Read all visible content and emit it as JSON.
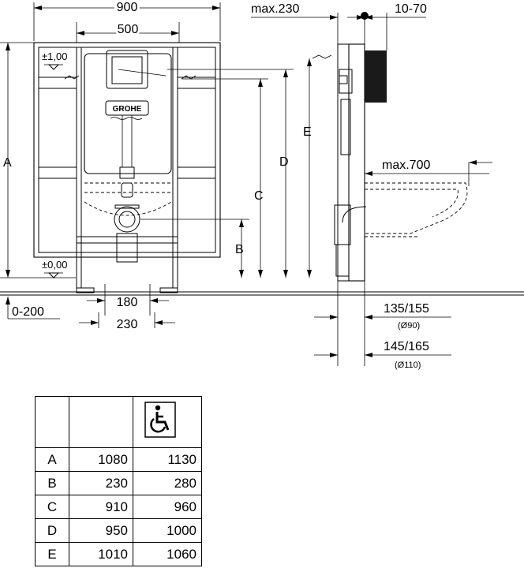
{
  "drawing": {
    "width_total": "900",
    "width_frame": "500",
    "max_depth": "max.230",
    "wall_range": "10-70",
    "level_top": "±1,00",
    "level_bottom": "±0,00",
    "brand": "GROHE",
    "dim_A": "A",
    "dim_B": "B",
    "dim_C": "C",
    "dim_D": "D",
    "dim_E": "E",
    "foot_range": "0-200",
    "width_180": "180",
    "width_230": "230",
    "max_700": "max.700",
    "pipe_90": "135/155",
    "pipe_90_dia": "(Ø90)",
    "pipe_110": "145/165",
    "pipe_110_dia": "(Ø110)"
  },
  "table": {
    "header_icon": "wheelchair-icon",
    "rows": [
      {
        "label": "A",
        "standard": "1080",
        "accessible": "1130"
      },
      {
        "label": "B",
        "standard": "230",
        "accessible": "280"
      },
      {
        "label": "C",
        "standard": "910",
        "accessible": "960"
      },
      {
        "label": "D",
        "standard": "950",
        "accessible": "1000"
      },
      {
        "label": "E",
        "standard": "1010",
        "accessible": "1060"
      }
    ]
  }
}
